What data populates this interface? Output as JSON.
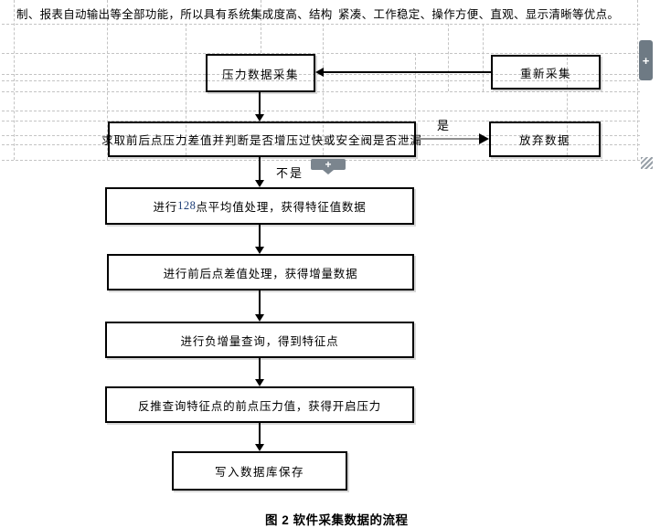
{
  "document": {
    "paragraph_left": "制、报表自动输出等全部功能，所以具有系统集成度高、结构",
    "paragraph_right": "紧凑、工作稳定、操作方便、直观、显示清晰等优点。",
    "figure_caption": "图 2 软件采集数据的流程"
  },
  "flowchart": {
    "collect": "压力数据采集",
    "recollect": "重新采集",
    "judge": "求取前后点压力差值并判断是否增压过快或安全阀是否泄漏",
    "discard": "放弃数据",
    "avg_prefix": "进行 ",
    "avg_num": "128",
    "avg_suffix": " 点平均值处理，获得特征值数据",
    "diff": "进行前后点差值处理，获得增量数据",
    "negquery": "进行负增量查询，得到特征点",
    "backtrace": "反推查询特征点的前点压力值，获得开启压力",
    "save": "写入数据库保存",
    "branch_yes": "是",
    "branch_no": "不是"
  },
  "ui": {
    "insert_handle_plus": "+"
  },
  "colors": {
    "gridline": "#c4c4c4",
    "box_border": "#000000",
    "number_accent": "#1f3f77",
    "handle": "#6e7a84",
    "connector_gray": "#8f8f8f"
  }
}
